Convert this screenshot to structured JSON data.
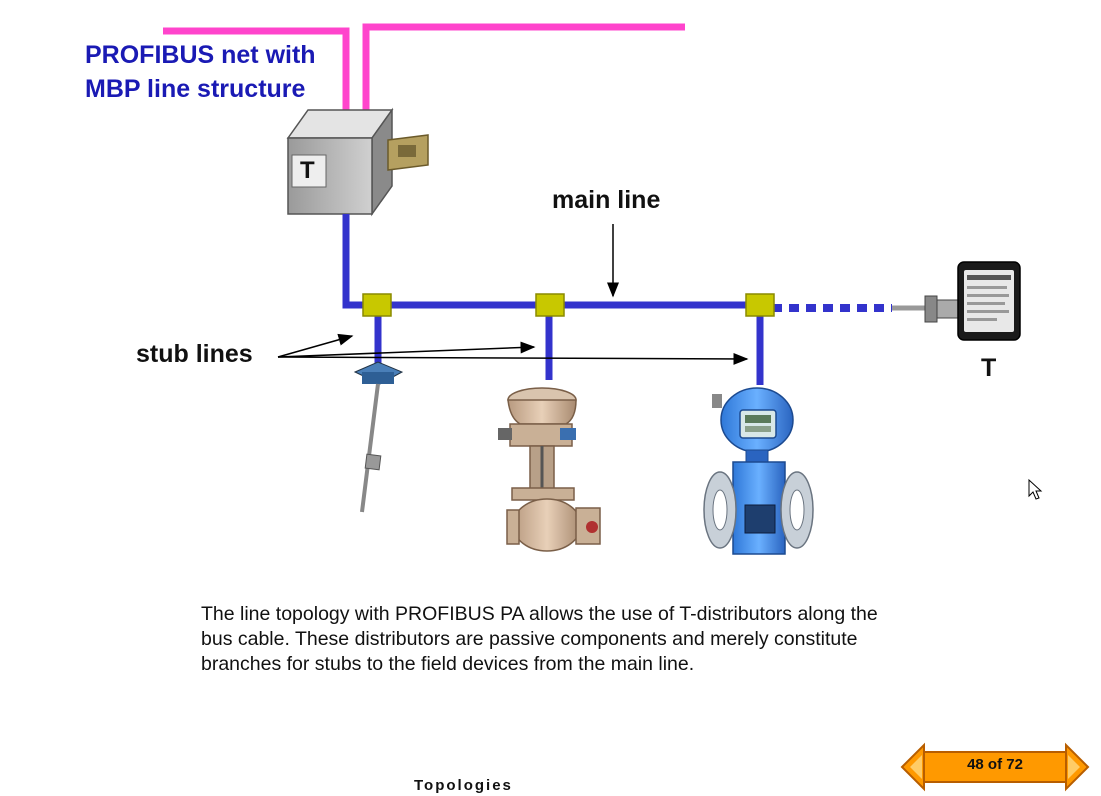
{
  "title_lines": [
    "PROFIBUS net with",
    "MBP line structure"
  ],
  "labels": {
    "main_line": "main line",
    "stub_lines": "stub lines",
    "terminator_left": "T",
    "terminator_right": "T"
  },
  "description": "The line topology with PROFIBUS PA allows the use of T-distributors along the bus cable. These distributors are passive components and merely constitute branches for stubs to the field devices from the main line.",
  "footer": "Topologies",
  "pager": {
    "text": "48 of 72",
    "current": 48,
    "total": 72
  },
  "colors": {
    "pa_cable": "#3333cc",
    "dp_cable": "#ff44cc",
    "distributor": "#c8c800",
    "title": "#1a1ab4",
    "pager_fill": "#ff9900"
  },
  "icons": [
    "terminator-box-icon",
    "t-distributor-icon",
    "temperature-sensor-icon",
    "control-valve-icon",
    "flow-meter-icon",
    "terminator-module-icon",
    "arrow-left-icon",
    "arrow-right-icon",
    "mouse-cursor-icon"
  ]
}
